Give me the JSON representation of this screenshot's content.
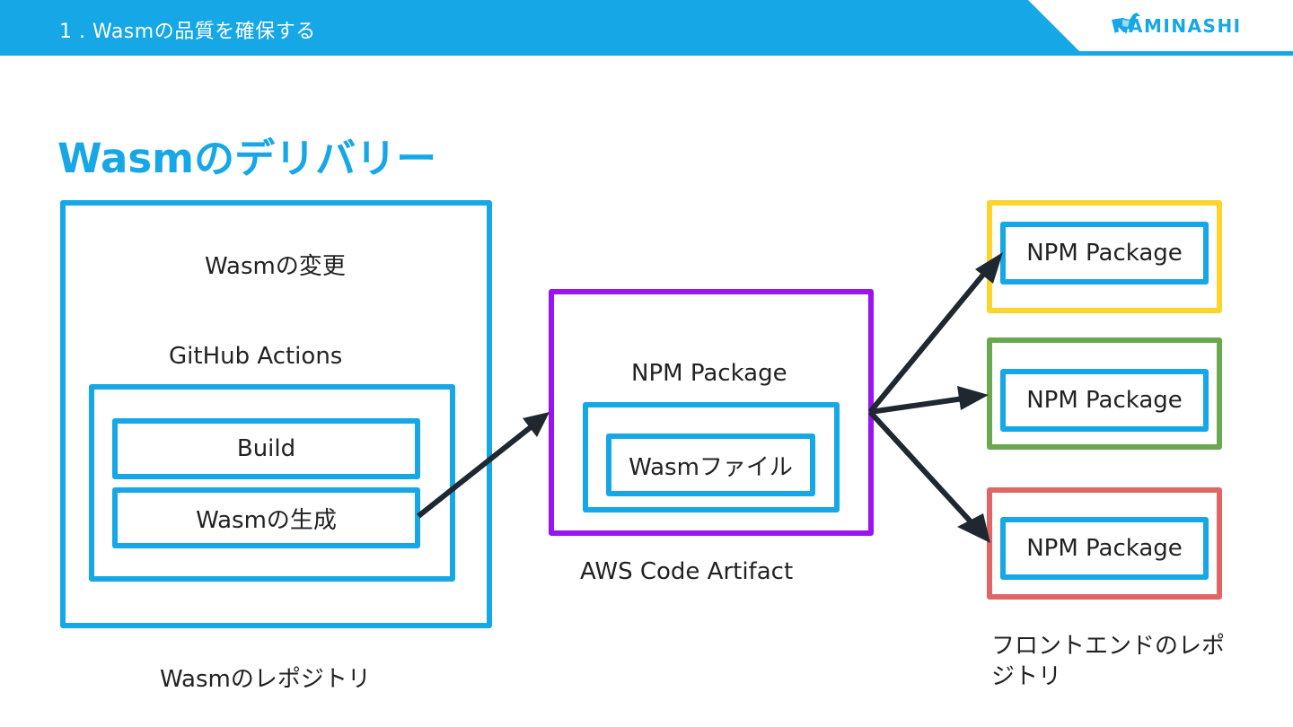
{
  "header": {
    "section_title": "1 . Wasmの品質を確保する",
    "logo_text": "KAMINASHI",
    "accent_color": "#16a7e7"
  },
  "page_title": "Wasmのデリバリー",
  "diagram": {
    "wasm_repo": {
      "caption": "Wasmのレポジトリ",
      "change_label": "Wasmの変更",
      "ci_label": "GitHub Actions",
      "steps": [
        "Build",
        "Wasmの生成"
      ],
      "border_color": "#16a7e7"
    },
    "artifact": {
      "caption": "AWS Code Artifact",
      "package_label": "NPM Package",
      "file_label": "Wasmファイル",
      "border_color": "#9a14f0"
    },
    "frontend": {
      "caption": "フロントエンドのレポジトリ",
      "repos": [
        {
          "package_label": "NPM Package",
          "border_color": "#fcd42a"
        },
        {
          "package_label": "NPM Package",
          "border_color": "#6aa84f"
        },
        {
          "package_label": "NPM Package",
          "border_color": "#e06666"
        }
      ]
    },
    "edges": [
      {
        "from": "Wasmの生成",
        "to": "AWS Code Artifact"
      },
      {
        "from": "AWS Code Artifact",
        "to": "frontend-repo-1"
      },
      {
        "from": "AWS Code Artifact",
        "to": "frontend-repo-2"
      },
      {
        "from": "AWS Code Artifact",
        "to": "frontend-repo-3"
      }
    ]
  }
}
